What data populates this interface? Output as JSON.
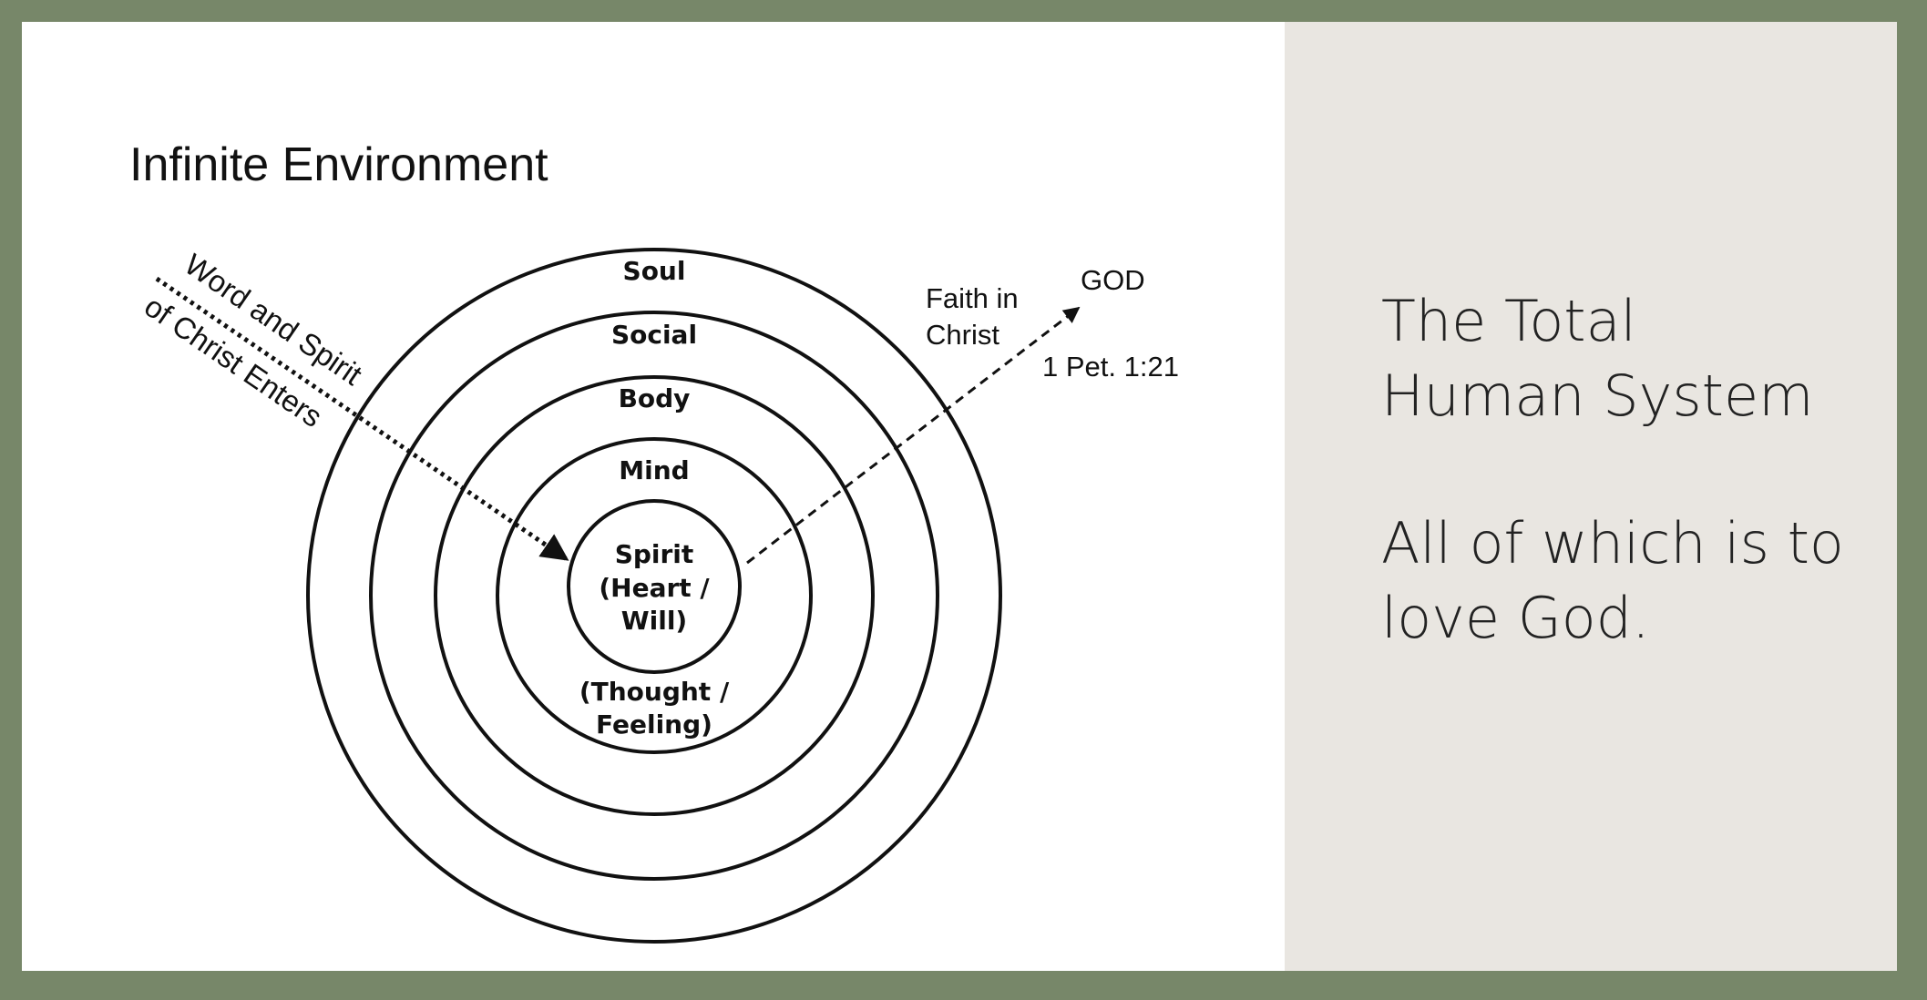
{
  "diagram": {
    "title": "Infinite Environment",
    "rings": {
      "soul": "Soul",
      "social": "Social",
      "body": "Body",
      "mind": "Mind",
      "spirit": [
        "Spirit",
        "(Heart /",
        "Will)"
      ],
      "mind_sub": [
        "(Thought /",
        "Feeling)"
      ]
    },
    "incoming_arrow_label": [
      "Word and Spirit",
      "of Christ Enters"
    ],
    "outgoing_arrow_label": [
      "Faith in",
      "Christ"
    ],
    "target": "GOD",
    "reference": "1 Pet. 1:21"
  },
  "side": {
    "title": "The Total\nHuman System",
    "body": "All of which is to\nlove God."
  },
  "colors": {
    "frame": "#778769",
    "panel": "#e9e6e1",
    "slide": "#ffffff",
    "ink": "#111111"
  }
}
